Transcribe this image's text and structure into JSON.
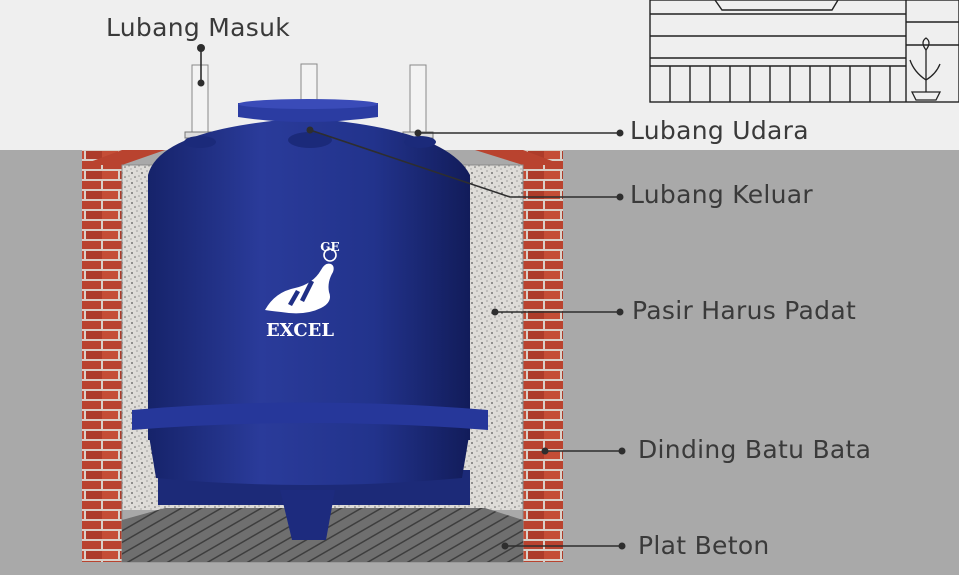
{
  "labels": {
    "inlet": "Lubang Masuk",
    "vent": "Lubang Udara",
    "outlet": "Lubang Keluar",
    "sand": "Pasir Harus Padat",
    "brick_wall": "Dinding Batu Bata",
    "concrete_slab": "Plat Beton"
  },
  "brand": {
    "logo_text": "EXCEL",
    "monogram": "GE"
  },
  "colors": {
    "sky": "#efefef",
    "ground": "#a9a9a9",
    "tank": "#1f2f86",
    "brick": "#b9432f",
    "label_text": "#3a3a3a"
  }
}
